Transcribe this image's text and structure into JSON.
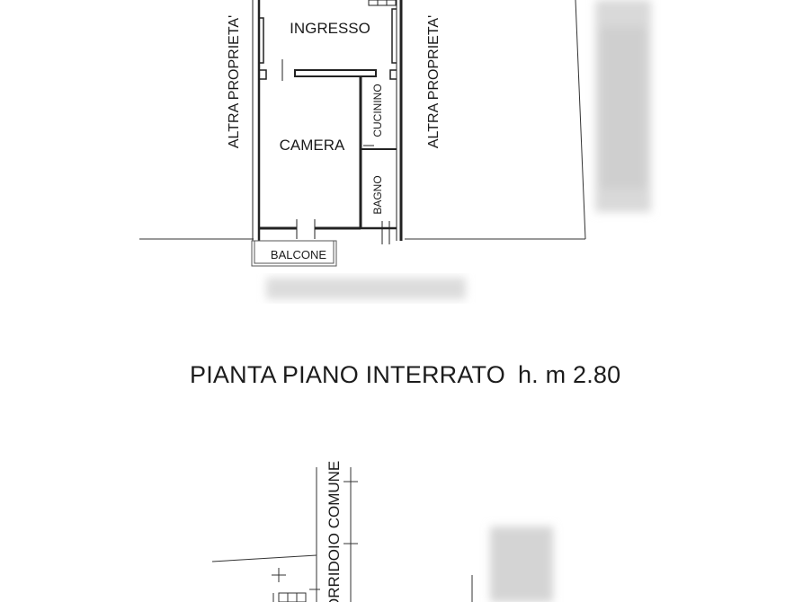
{
  "rooms": {
    "ingresso": "INGRESSO",
    "camera": "CAMERA",
    "cucinino": "CUCININO",
    "bagno": "BAGNO",
    "balcone": "BALCONE"
  },
  "neighbours": {
    "left": "ALTRA PROPRIETA'",
    "right": "ALTRA PROPRIETA'"
  },
  "basement": {
    "title": "PIANTA PIANO INTERRATO",
    "height": "h. m 2.80",
    "corridor": "CORRIDOIO COMUNE"
  }
}
